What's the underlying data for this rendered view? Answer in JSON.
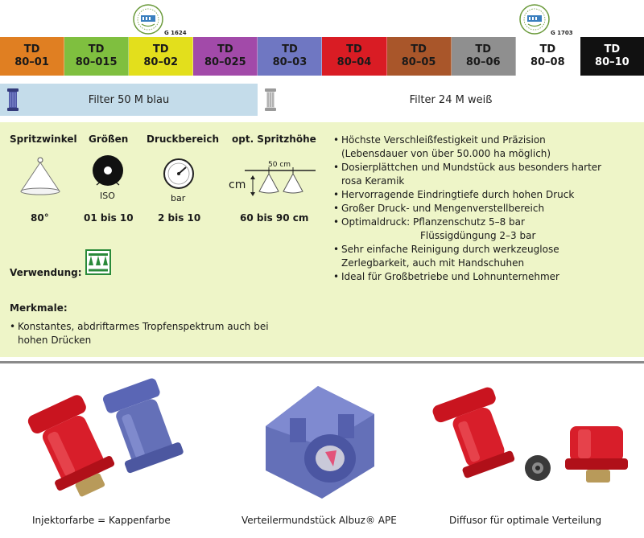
{
  "seals": [
    {
      "code": "G 1624"
    },
    {
      "code": "G 1703"
    }
  ],
  "nozzles": [
    {
      "line1": "TD",
      "line2": "80–01",
      "bg": "#e07f22",
      "fg": "#1a1a1a"
    },
    {
      "line1": "TD",
      "line2": "80–015",
      "bg": "#7fbf3f",
      "fg": "#1a1a1a"
    },
    {
      "line1": "TD",
      "line2": "80–02",
      "bg": "#e3df1c",
      "fg": "#1a1a1a"
    },
    {
      "line1": "TD",
      "line2": "80–025",
      "bg": "#a24aa9",
      "fg": "#1a1a1a"
    },
    {
      "line1": "TD",
      "line2": "80–03",
      "bg": "#6f77c2",
      "fg": "#1a1a1a"
    },
    {
      "line1": "TD",
      "line2": "80–04",
      "bg": "#d91c24",
      "fg": "#1a1a1a"
    },
    {
      "line1": "TD",
      "line2": "80–05",
      "bg": "#a9562a",
      "fg": "#1a1a1a"
    },
    {
      "line1": "TD",
      "line2": "80–06",
      "bg": "#8f8f8f",
      "fg": "#1a1a1a"
    },
    {
      "line1": "TD",
      "line2": "80–08",
      "bg": "#ffffff",
      "fg": "#1a1a1a"
    },
    {
      "line1": "TD",
      "line2": "80–10",
      "bg": "#111111",
      "fg": "#ffffff"
    }
  ],
  "filters": {
    "blue_label": "Filter 50 M blau",
    "white_label": "Filter 24 M weiß"
  },
  "specs": {
    "angle": {
      "header": "Spritzwinkel",
      "value": "80°"
    },
    "sizes": {
      "header": "Größen",
      "value": "01 bis 10",
      "icon_label": "ISO"
    },
    "pressure": {
      "header": "Druckbereich",
      "value": "2 bis 10",
      "icon_label": "bar"
    },
    "height": {
      "header": "opt. Spritzhöhe",
      "value": "60 bis 90 cm",
      "icon_unit": "cm",
      "spacing_label": "50 cm"
    }
  },
  "usage_label": "Verwendung:",
  "merkmale": {
    "title": "Merkmale:",
    "items": [
      "Konstantes, abdriftarmes Tropfenspektrum auch bei hohen Drücken"
    ]
  },
  "features": [
    {
      "lines": [
        "Höchste Verschleißfestigkeit und Präzision",
        "(Lebensdauer von über 50.000 ha möglich)"
      ]
    },
    {
      "lines": [
        "Dosierplättchen und Mundstück aus besonders harter",
        "rosa Keramik"
      ]
    },
    {
      "lines": [
        "Hervorragende Eindringtiefe durch hohen Druck"
      ]
    },
    {
      "lines": [
        "Großer Druck- und Mengenverstellbereich"
      ]
    },
    {
      "lines": [
        "Optimaldruck: Pflanzenschutz 5–8 bar"
      ],
      "indent": "Flüssigdüngung 2–3 bar"
    },
    {
      "lines": [
        "Sehr einfache Reinigung durch werkzeuglose",
        "Zerlegbarkeit, auch mit Handschuhen"
      ]
    },
    {
      "lines": [
        "Ideal für Großbetriebe und Lohnunternehmer"
      ]
    }
  ],
  "captions": {
    "left": "Injektorfarbe = Kappenfarbe",
    "middle": "Verteilermundstück Albuz® APE",
    "right": "Diffusor für optimale Verteilung"
  },
  "colors": {
    "panel_bg": "#eef5c8",
    "filter_blue": "#c4dcea",
    "red_part": "#d81e2a",
    "blue_part": "#6470b8"
  }
}
